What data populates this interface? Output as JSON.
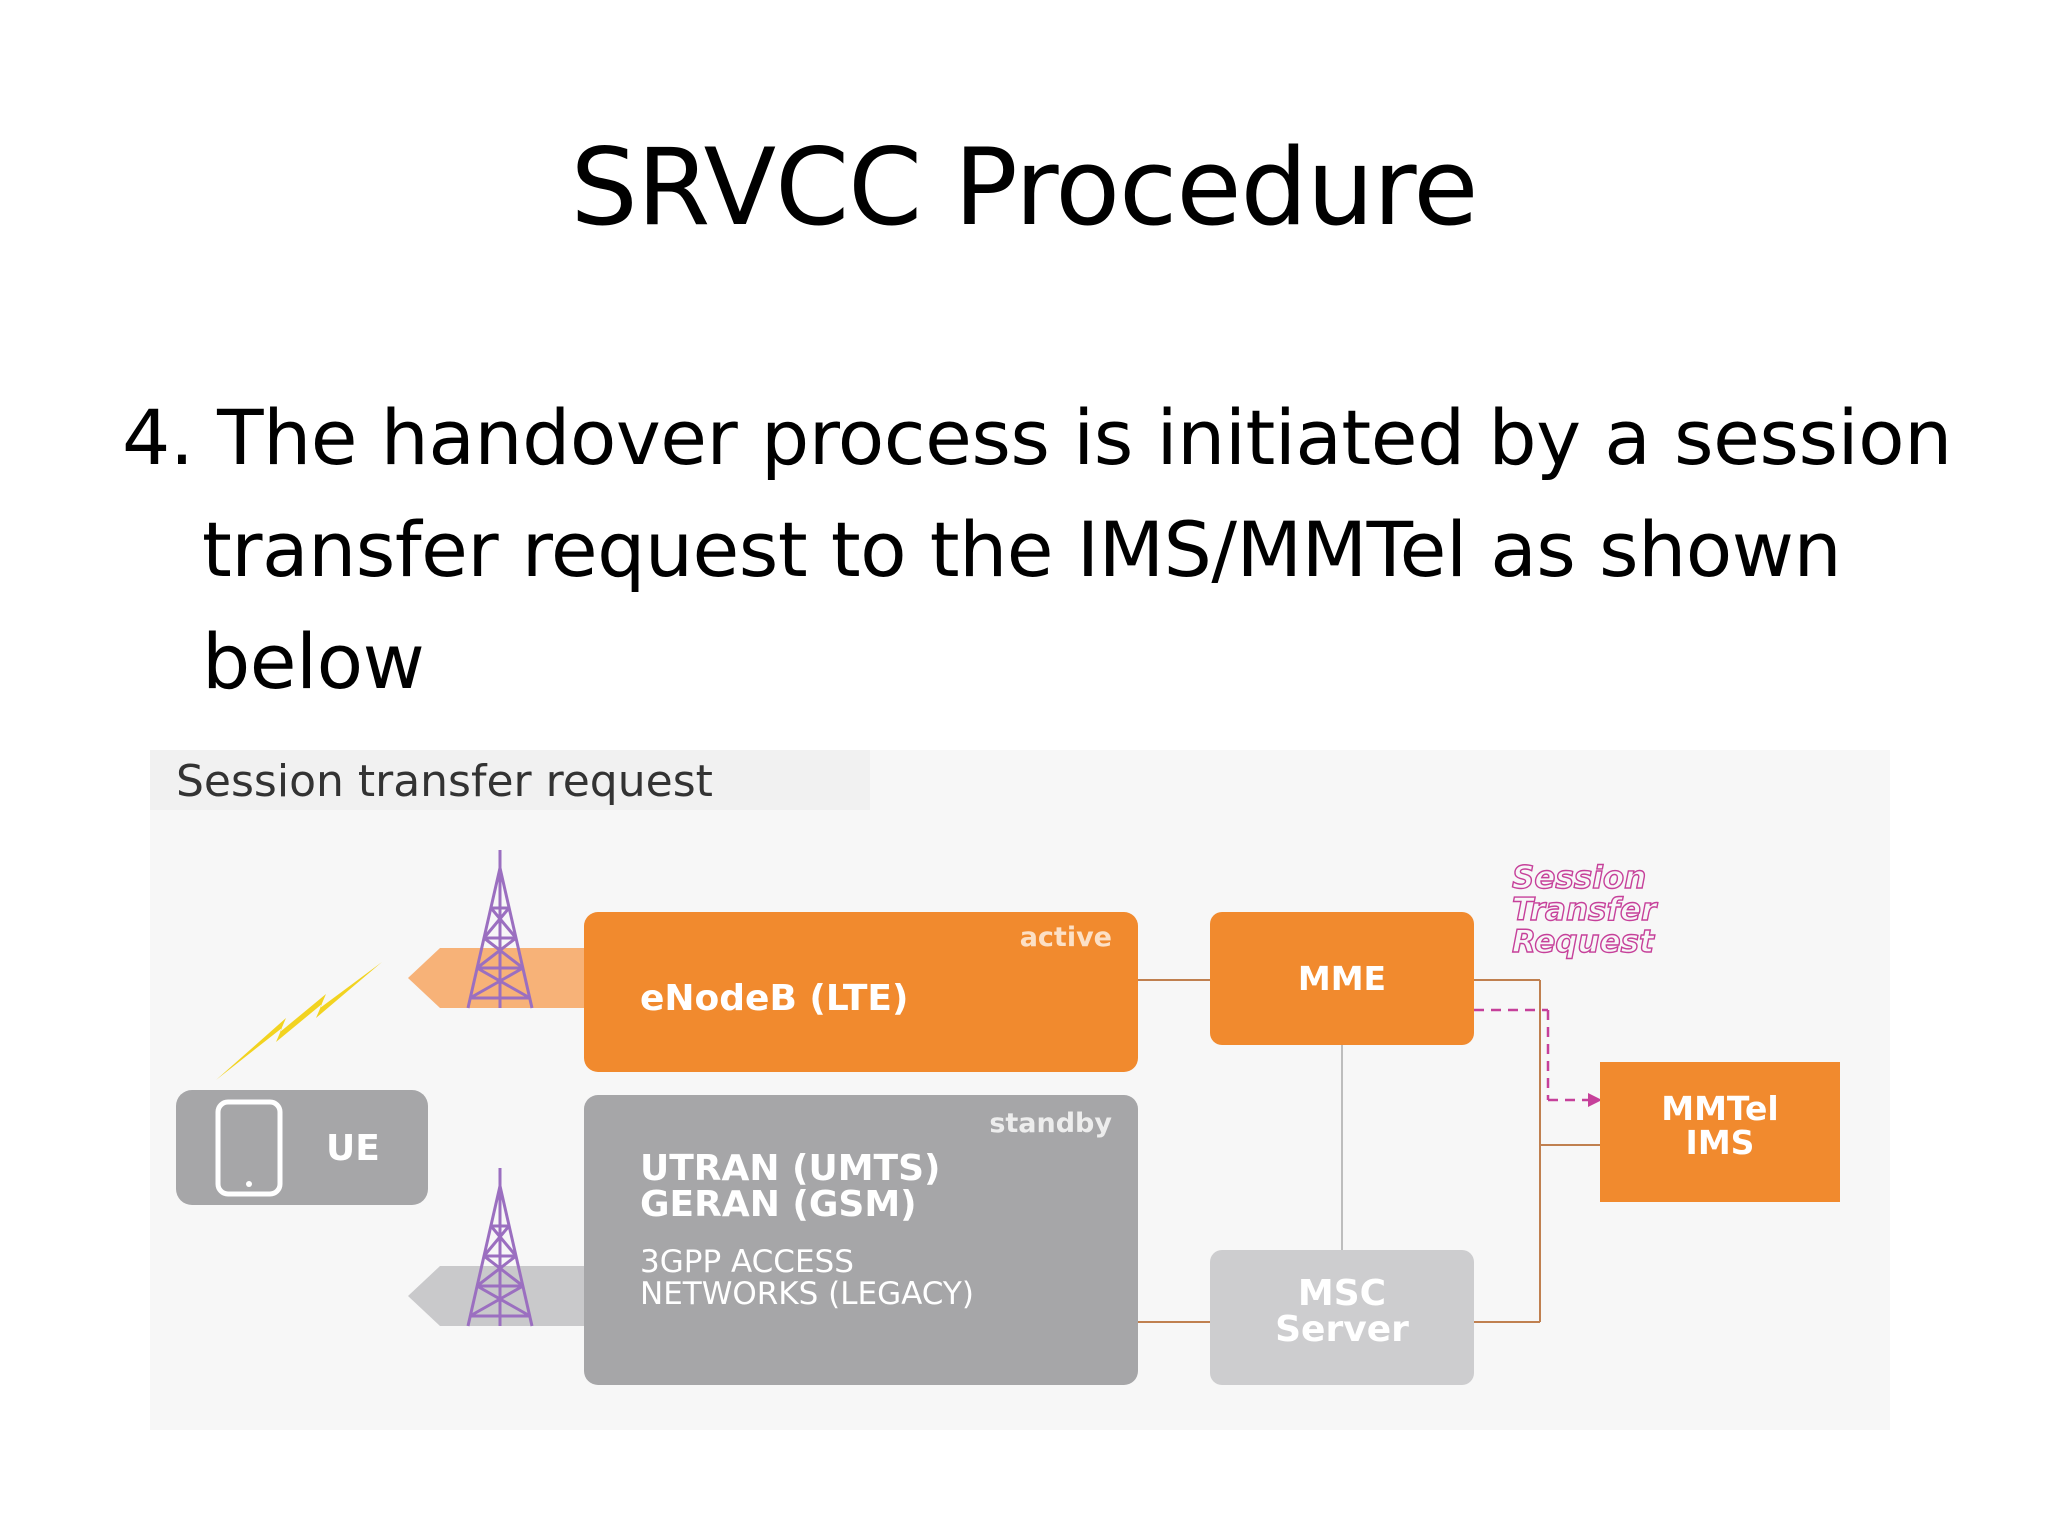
{
  "slide": {
    "title": "SRVCC Procedure",
    "body_lines": [
      "4. The handover process is initiated by a session",
      "transfer request to the IMS/MMTel as shown",
      "below"
    ]
  },
  "diagram": {
    "heading": "Session transfer request",
    "ue_label": "UE",
    "enodeb": {
      "state": "active",
      "label": "eNodeB (LTE)"
    },
    "legacy": {
      "state": "standby",
      "lines": [
        "UTRAN (UMTS)",
        "GERAN (GSM)"
      ],
      "sub_lines": [
        "3GPP ACCESS",
        "NETWORKS (LEGACY)"
      ]
    },
    "mme_label": "MME",
    "msc_lines": [
      "MSC",
      "Server"
    ],
    "mmtel_lines": [
      "MMTel",
      "IMS"
    ],
    "annotation_lines": [
      "Session",
      "Transfer",
      "Request"
    ],
    "colors": {
      "orange": "#F18A2E",
      "gray": "#A6A6A8",
      "light_gray": "#CDCDCF",
      "tower": "#9B6FC0",
      "lightning": "#F2D320",
      "annotation": "#C6409A",
      "connector": "#C08050"
    },
    "icons": [
      "antenna-tower-icon",
      "lightning-icon",
      "phone-icon"
    ]
  }
}
